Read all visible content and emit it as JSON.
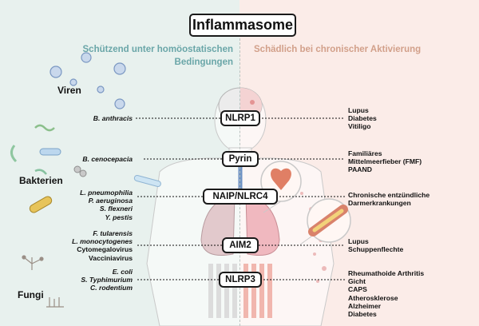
{
  "title": "Inflammasome",
  "subtitle_left": "Schützend unter homöostatischen Bedingungen",
  "subtitle_right": "Schädlich bei chronischer Aktivierung",
  "categories": {
    "viruses": "Viren",
    "bacteria": "Bakterien",
    "fungi": "Fungi"
  },
  "sensors": [
    "NLRP1",
    "Pyrin",
    "NAIP/NLRC4",
    "AIM2",
    "NLRP3"
  ],
  "pathogens": {
    "nlrp1": [
      "B. anthracis"
    ],
    "pyrin": [
      "B. cenocepacia"
    ],
    "naip": [
      "L. pneumophilia",
      "P. aeruginosa",
      "S. flexneri",
      "Y. pestis"
    ],
    "aim2": [
      "F. tularensis",
      "L. monocytogenes",
      "Cytomegalovirus",
      "Vacciniavirus"
    ],
    "nlrp3": [
      "E. coli",
      "S. Typhimurium",
      "C. rodentium"
    ]
  },
  "diseases": {
    "nlrp1": [
      "Lupus",
      "Diabetes",
      "Vitiligo"
    ],
    "pyrin": [
      "Familiäres",
      "Mittelmeerfieber (FMF)",
      "PAAND"
    ],
    "naip": [
      "Chronische entzündliche",
      "Darmerkrankungen"
    ],
    "aim2": [
      "Lupus",
      "Schuppenflechte"
    ],
    "nlrp3": [
      "Rheumathoide Arthritis",
      "Gicht",
      "CAPS",
      "Atherosklerose",
      "Alzheimer",
      "Diabetes"
    ]
  },
  "colors": {
    "protective": "#6aa6a8",
    "harmful": "#d2a08a",
    "left_background": "#e8f1ee",
    "right_background": "#fbece8"
  }
}
